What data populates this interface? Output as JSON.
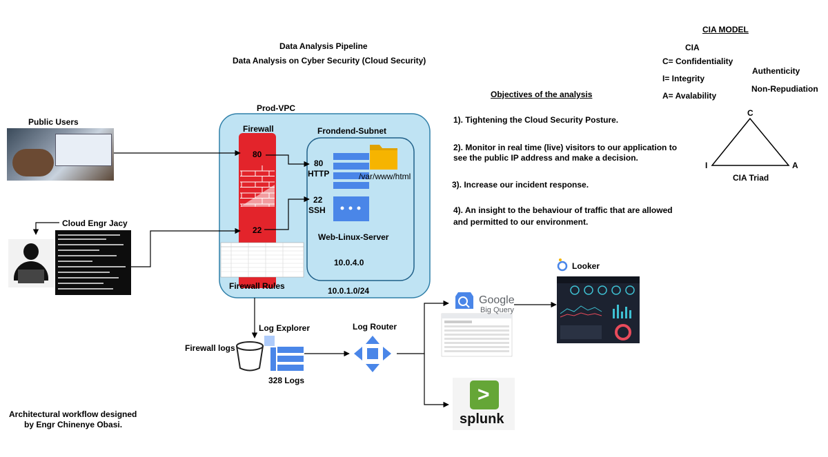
{
  "title": {
    "line1": "Data Analysis Pipeline",
    "line2": "Data Analysis on Cyber Security (Cloud Security)"
  },
  "cia": {
    "heading": "CIA MODEL",
    "cia_label": "CIA",
    "c": "C= Confidentiality",
    "i": "I= Integrity",
    "a": "A= Avalability",
    "authenticity": "Authenticity",
    "non_repudiation": "Non-Repudiation",
    "triad_c": "C",
    "triad_i": "I",
    "triad_a": "A",
    "triad_label": "CIA Triad"
  },
  "objectives": {
    "heading": "Objectives of the analysis",
    "items": [
      "1). Tightening the Cloud Security Posture.",
      "2). Monitor in real time (live) visitors to our application to",
      "see the public IP address and make a decision.",
      "3). Increase our incident response.",
      "4). An insight to the behaviour of traffic that are allowed",
      "and permitted to our environment."
    ]
  },
  "actors": {
    "public_users": "Public Users",
    "cloud_engr": "Cloud Engr Jacy"
  },
  "vpc": {
    "label": "Prod-VPC",
    "cidr": "10.0.1.0/24",
    "firewall": "Firewall",
    "port80": "80",
    "port22": "22",
    "firewall_rules": "Firewall Rules",
    "subnet_label": "Frondend-Subnet",
    "http_port": "80",
    "http": "HTTP",
    "ssh_port": "22",
    "ssh": "SSH",
    "path": "/var/www/html",
    "server": "Web-Linux-Server",
    "server_ip": "10.0.4.0"
  },
  "logs": {
    "firewall_logs": "Firewall logs",
    "log_explorer": "Log Explorer",
    "count": "328 Logs",
    "log_router": "Log Router"
  },
  "destinations": {
    "bigquery_brand": "Google",
    "bigquery_product": "Big Query",
    "looker": "Looker",
    "splunk": "splunk",
    "splunk_chevron": ">"
  },
  "credit": {
    "line1": "Architectural workflow designed",
    "line2": "by Engr Chinenye Obasi."
  },
  "colors": {
    "vpc_fill": "#bfe3f3",
    "vpc_stroke": "#2f7fa8",
    "firewall_red": "#e3242b",
    "server_blue": "#4a86e8",
    "folder_yellow": "#f6b400",
    "splunk_green": "#65a637",
    "looker_bg": "#1c2230"
  }
}
